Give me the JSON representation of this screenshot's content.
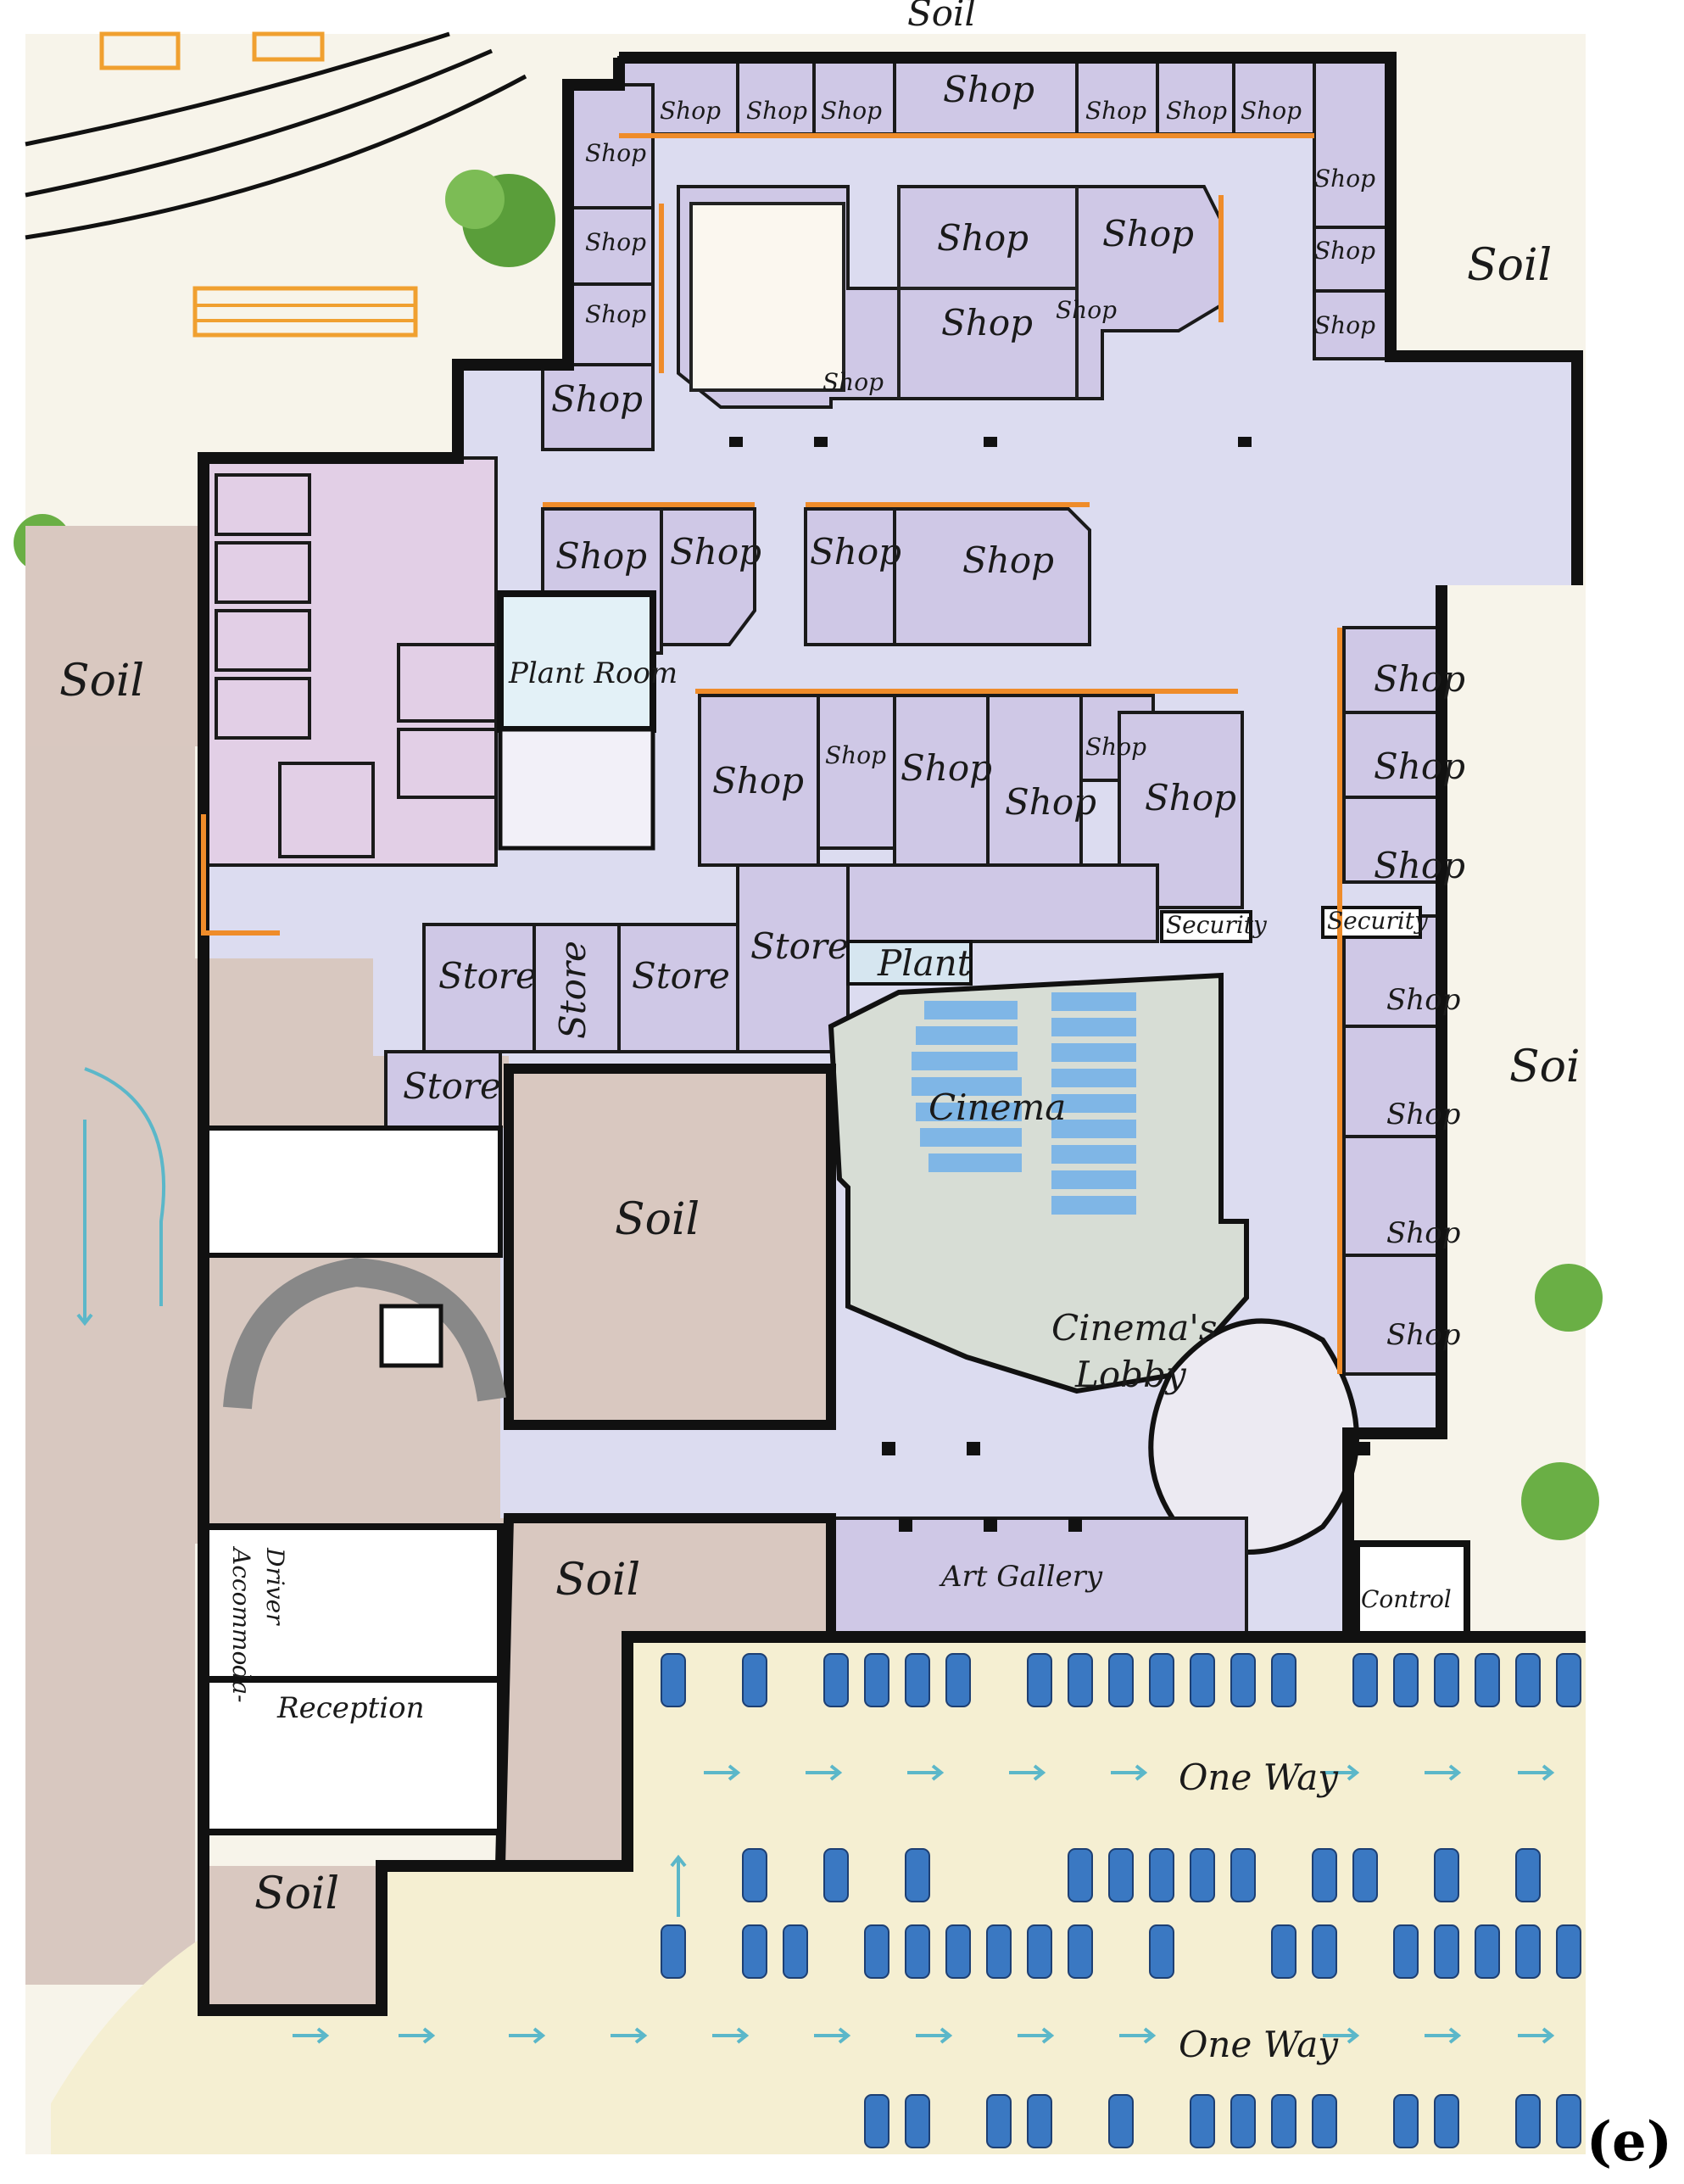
{
  "labels": {
    "soil": "Soil",
    "shop": "Shop",
    "store": "Store",
    "plant_room": "Plant Room",
    "plant": "Plant",
    "security": "Security",
    "cinema": "Cinema",
    "cinema_lobby_1": "Cinema's",
    "cinema_lobby_2": "Lobby",
    "art_gallery": "Art Gallery",
    "control": "Control",
    "reception": "Reception",
    "driver_1": "Driver",
    "driver_2": "Accommoda-",
    "one_way": "One Way",
    "soil_cut_top": "Soil",
    "soil_cut_right": "Soi"
  },
  "caption": "(e)",
  "colors": {
    "shop": "#cfc8e6",
    "service": "#e2cfe6",
    "corridor": "#dcdcf0",
    "soil": "#d9c8c0",
    "parking": "#f5efd2",
    "outdoor": "#f7f4ea",
    "orange_line": "#ef8c2a",
    "car": "#3a78c2"
  }
}
